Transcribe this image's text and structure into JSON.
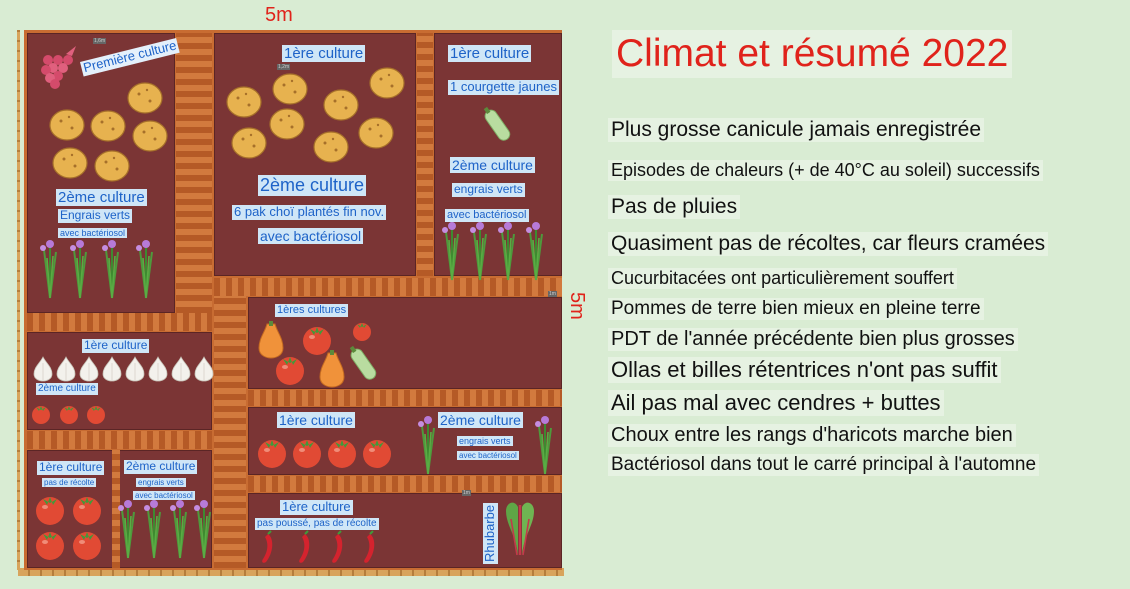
{
  "dimensions": {
    "top": "5m",
    "right": "5m"
  },
  "beds": {
    "b1": {
      "l1": "Première culture",
      "l2": "2ème culture",
      "l3": "Engrais verts",
      "l4": "avec bactériosol"
    },
    "b2": {
      "l1": "1ère culture",
      "l2": "2ème culture",
      "l3": "6 pak choï plantés fin nov.",
      "l4": "avec bactériosol"
    },
    "b3": {
      "l1": "1ère culture",
      "l2": "1 courgette jaunes",
      "l3": "2ème culture",
      "l4": "engrais verts",
      "l5": "avec bactériosol"
    },
    "b4": {
      "l1": "1ère culture",
      "l2": "2ème culture"
    },
    "b5": {
      "l1": "1ères cultures"
    },
    "b6": {
      "l1": "1ère culture",
      "l2": "2ème culture",
      "l3": "engrais verts",
      "l4": "avec bactériosol"
    },
    "b7": {
      "l1": "1ère culture",
      "l2": "pas de récolte",
      "l3": "2ème culture",
      "l4": "engrais verts",
      "l5": "avec bactériosol"
    },
    "b8": {
      "l1": "1ère culture",
      "l2": "pas poussé, pas de récolte",
      "l3": "Rhubarbe"
    }
  },
  "summary": {
    "title": "Climat et résumé 2022",
    "items": [
      "Plus grosse canicule jamais enregistrée",
      "Episodes de chaleurs (+ de 40°C au soleil) successifs",
      "Pas de pluies",
      "Quasiment pas de récoltes, car fleurs cramées",
      "Cucurbitacées ont particulièrement souffert",
      "Pommes de terre bien mieux en pleine terre",
      "PDT de l'année précédente bien plus grosses",
      "Ollas et billes rétentrices n'ont pas suffit",
      "Ail pas mal avec cendres + buttes",
      "Choux entre les rangs d'haricots marche bien",
      "Bactériosol dans tout le carré principal à l'automne"
    ]
  },
  "icons": [
    "grapes-icon",
    "potato-icon",
    "zucchini-icon",
    "chives-icon",
    "garlic-icon",
    "tomato-icon",
    "squash-icon",
    "chili-icon",
    "chard-icon"
  ],
  "colors": {
    "bed": "#7b3535",
    "path": "#c86c32",
    "label_text": "#1e63c8",
    "title": "#e0231b",
    "fence": "#d8a45c"
  }
}
